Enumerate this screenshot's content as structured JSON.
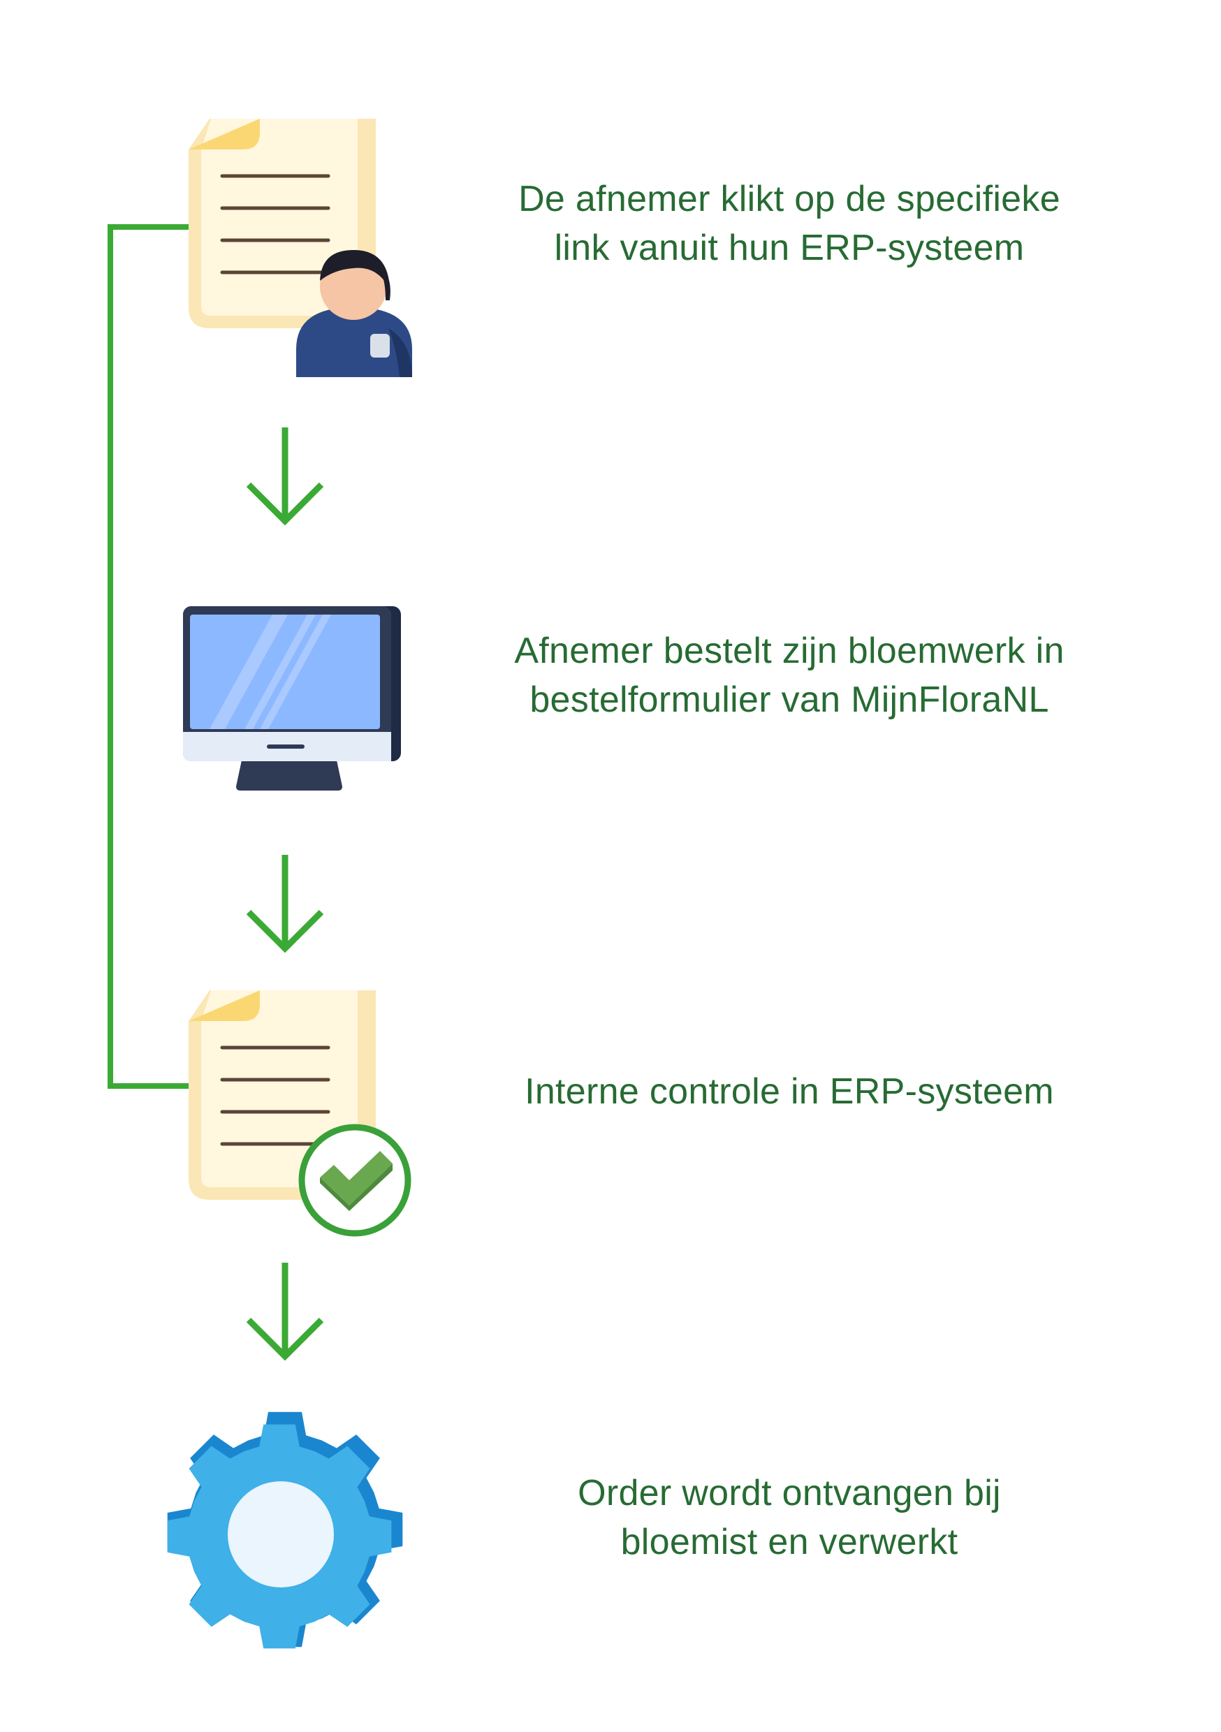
{
  "colors": {
    "text": "#276b33",
    "connector": "#3aaa35",
    "document_paper": "#fff7de",
    "document_fold": "#fbd774",
    "monitor_screen": "#8cb8ff",
    "gear": "#3fb0e8",
    "check_circle": "#3aa039"
  },
  "steps": [
    {
      "icon": "document-user-icon",
      "lines": [
        "De afnemer klikt op de specifieke",
        "link vanuit hun ERP-systeem"
      ]
    },
    {
      "icon": "monitor-icon",
      "lines": [
        "Afnemer bestelt zijn bloemwerk in",
        "bestelformulier van MijnFloraNL"
      ]
    },
    {
      "icon": "document-check-icon",
      "lines": [
        "Interne controle in ERP-systeem"
      ]
    },
    {
      "icon": "gear-icon",
      "lines": [
        "Order wordt ontvangen bij",
        "bloemist en verwerkt"
      ]
    }
  ],
  "arrows": [
    "arrow-down-icon",
    "arrow-down-icon",
    "arrow-down-icon"
  ]
}
